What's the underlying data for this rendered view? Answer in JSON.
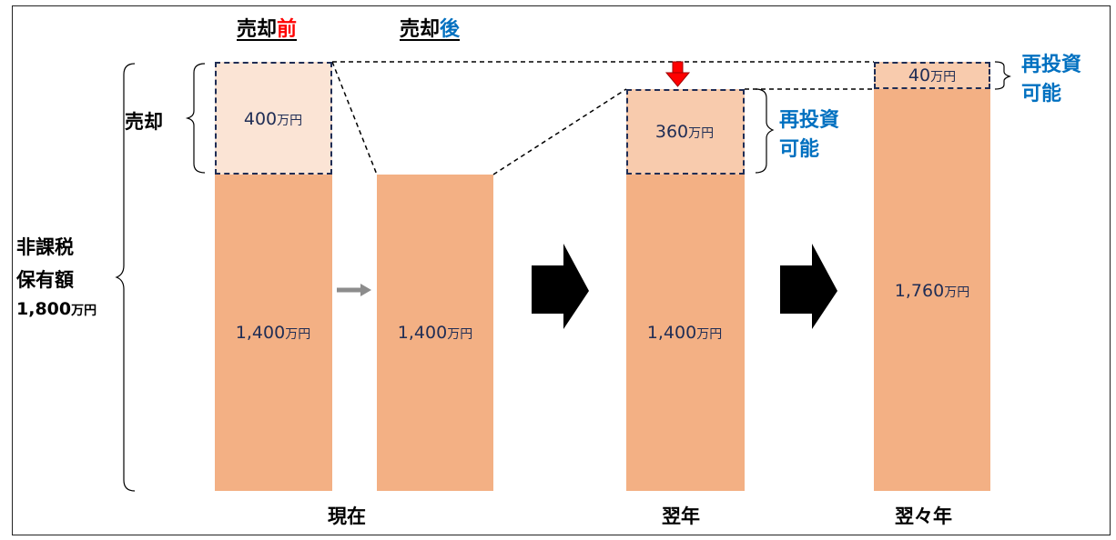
{
  "headers": {
    "before": {
      "main": "売却",
      "accent": "前"
    },
    "after": {
      "main": "売却",
      "accent": "後"
    }
  },
  "left_labels": {
    "sell": "売却",
    "holding_line1": "非課税",
    "holding_line2": "保有額",
    "holding_amount": "1,800",
    "holding_unit": "万円"
  },
  "bars": {
    "before_sell_value": "400",
    "before_base_value": "1,400",
    "after_value": "1,400",
    "next_top_value": "360",
    "next_base_value": "1,400",
    "year2_top_value": "40",
    "year2_base_value": "1,760",
    "unit": "万円"
  },
  "reinvest": {
    "line1": "再投資",
    "line2": "可能"
  },
  "periods": {
    "now": "現在",
    "next_year": "翌年",
    "year_after": "翌々年"
  },
  "colors": {
    "bar": "#f3b084",
    "bar_light": "#f8cbad",
    "bar_pale": "#fbe4d5",
    "dash": "#1f2d55",
    "accent_red": "#ff0000",
    "accent_blue": "#0070c0"
  }
}
